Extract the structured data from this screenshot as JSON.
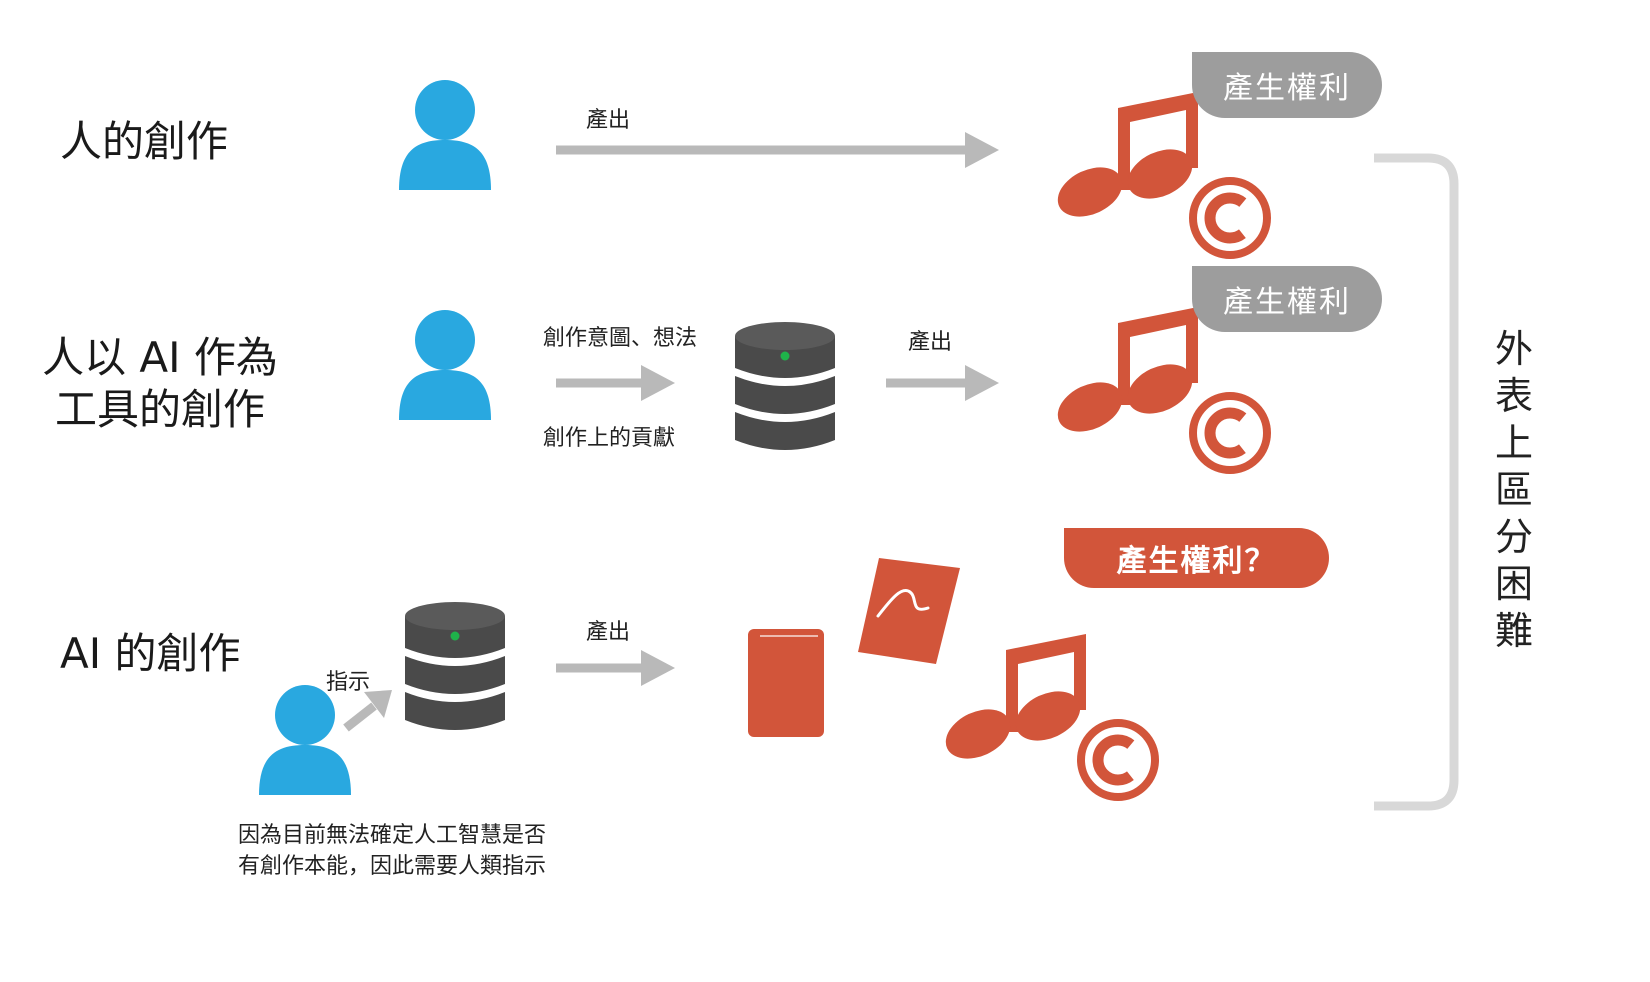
{
  "rows": [
    {
      "title": "人的創作",
      "arrow_label": "產出"
    },
    {
      "title_lines": [
        "人以 AI 作為",
        "工具的創作"
      ],
      "input_top": "創作意圖、想法",
      "input_bottom": "創作上的貢獻",
      "arrow_label": "產出"
    },
    {
      "title": "AI 的創作",
      "instruct_label": "指示",
      "arrow_label": "產出",
      "note_lines": [
        "因為目前無法確定人工智慧是否",
        "有創作本能，因此需要人類指示"
      ]
    }
  ],
  "badges": {
    "rights": "產生權利",
    "rights_question": "產生權利？"
  },
  "side_label": "外表上區分困難",
  "colors": {
    "person": "#29a8e0",
    "accent": "#d2553a",
    "arrow": "#b9b9b9",
    "server": "#4a4a4a",
    "badge_gray": "#9d9d9d"
  }
}
